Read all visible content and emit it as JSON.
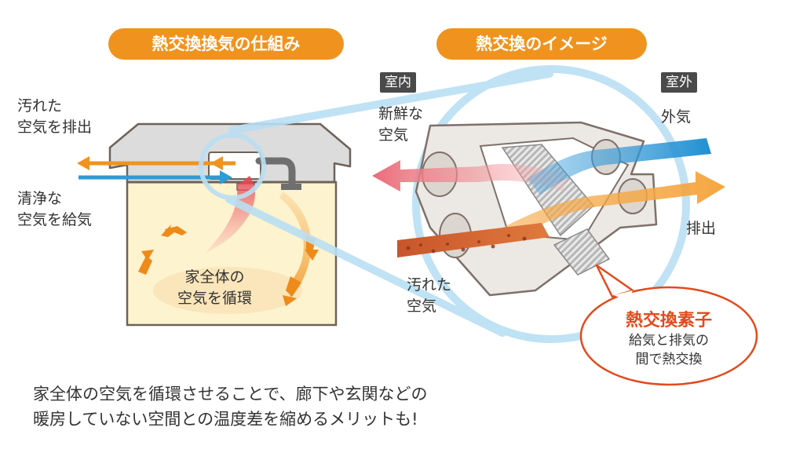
{
  "headings": {
    "mechanism": "熱交換換気の仕組み",
    "image": "熱交換のイメージ"
  },
  "left_labels": {
    "exhaust": [
      "汚れた",
      "空気を排出"
    ],
    "supply": [
      "清浄な",
      "空気を給気"
    ],
    "circulate": [
      "家全体の",
      "空気を循環"
    ]
  },
  "right_labels": {
    "indoor_tag": "室内",
    "outdoor_tag": "室外",
    "fresh": [
      "新鮮な",
      "空気"
    ],
    "outside_air": "外気",
    "discharge": "排出",
    "dirty": [
      "汚れた",
      "空気"
    ]
  },
  "callout": {
    "title": "熱交換素子",
    "lines": [
      "給気と排気の",
      "間で熱交換"
    ]
  },
  "footer": [
    "家全体の空気を循環させることで、廊下や玄関などの",
    "暖房していない空間との温度差を縮めるメリットも!"
  ],
  "colors": {
    "orange": "#f0931e",
    "blue": "#2e9ad6",
    "callout_red": "#e24a1c",
    "house_fill": "#fdf3cf",
    "loupe": "#b9dff3"
  }
}
